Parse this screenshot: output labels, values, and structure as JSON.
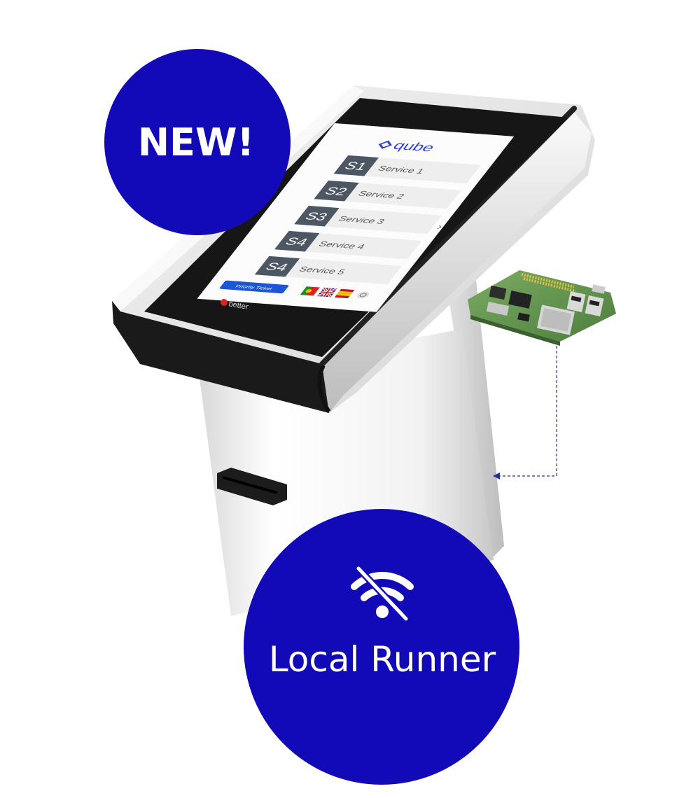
{
  "badges": {
    "new_label": "NEW!",
    "runner_label": "Local Runner",
    "runner_icon": "wifi-off-icon"
  },
  "kiosk_screen": {
    "logo_text": "qube",
    "services": [
      {
        "code": "S1",
        "label": "Service 1"
      },
      {
        "code": "S2",
        "label": "Service 2"
      },
      {
        "code": "S3",
        "label": "Service 3"
      },
      {
        "code": "S4",
        "label": "Service 4"
      },
      {
        "code": "S4",
        "label": "Service 5"
      }
    ],
    "priority_button": "Priority Ticket",
    "next_arrow": "›",
    "languages": [
      "pt-flag-icon",
      "uk-flag-icon",
      "es-flag-icon",
      "accessibility-icon"
    ]
  },
  "kiosk_brand": "better",
  "colors": {
    "badge_blue": "#1209b7",
    "service_code_bg": "#4d5663",
    "service_row_bg": "#eeeeef",
    "priority_button_bg": "#1a56d6",
    "logo_blue": "#2b3fd1",
    "brand_red": "#d9261c",
    "kiosk_body": "#eeeeee",
    "bezel_black": "#151515"
  }
}
